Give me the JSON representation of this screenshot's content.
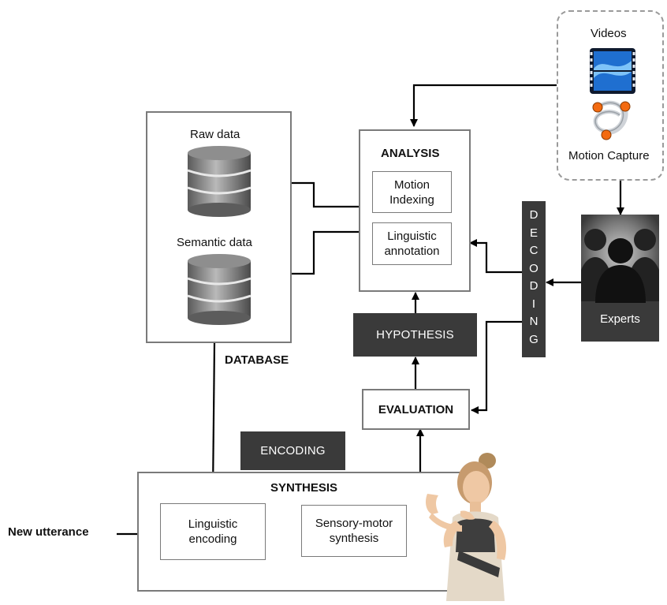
{
  "sources": {
    "videos_label": "Videos",
    "motion_capture_label": "Motion Capture"
  },
  "database": {
    "label": "DATABASE",
    "raw_data_label": "Raw data",
    "semantic_data_label": "Semantic data"
  },
  "analysis": {
    "title": "ANALYSIS",
    "motion_indexing": "Motion\nIndexing",
    "linguistic_annotation": "Linguistic\nannotation"
  },
  "decoding_label": "DECODING",
  "experts_label": "Experts",
  "hypothesis_label": "HYPOTHESIS",
  "evaluation_label": "EVALUATION",
  "encoding_label": "ENCODING",
  "synthesis": {
    "title": "SYNTHESIS",
    "linguistic_encoding": "Linguistic\nencoding",
    "sensory_motor_synthesis": "Sensory-motor\nsynthesis"
  },
  "new_utterance_label": "New utterance",
  "colors": {
    "box_border": "#7a7a7a",
    "dark_fill": "#3a3a3a",
    "arrow": "#000000",
    "film_blue": "#2a8ae0"
  },
  "icons": {
    "videos": "film-strip-icon",
    "motion_capture": "motion-capture-icon",
    "experts": "people-silhouette-icon",
    "database": "database-cylinder-icon",
    "avatar": "signing-avatar-figure"
  }
}
